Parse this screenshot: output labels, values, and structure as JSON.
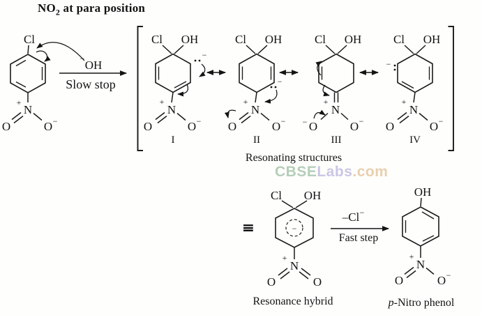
{
  "title": {
    "prefix": "NO",
    "sub": "2",
    "rest": " at para position"
  },
  "atoms": {
    "cl": "Cl",
    "oh": "OH",
    "n": "N",
    "o": "O",
    "plus": "+",
    "minus": "−"
  },
  "step1": {
    "reagent": "OH",
    "reagent_charge": "−",
    "condition": "Slow stop"
  },
  "step2": {
    "reagent": "–Cl",
    "reagent_charge": "−",
    "condition": "Fast step"
  },
  "labels": {
    "i": "I",
    "ii": "II",
    "iii": "III",
    "iv": "IV"
  },
  "captions": {
    "resonating": "Resonating structures",
    "hybrid": "Resonance hybrid",
    "product_italic": "p",
    "product_rest": "-Nitro phenol"
  },
  "equivalence": {
    "symbol": "≡"
  },
  "watermark": {
    "part1": "CBSE",
    "part2": "Labs",
    "part3": ".com",
    "color1": "#aec9b2",
    "color2": "#c5c1e3",
    "color3": "#e7caa7"
  }
}
